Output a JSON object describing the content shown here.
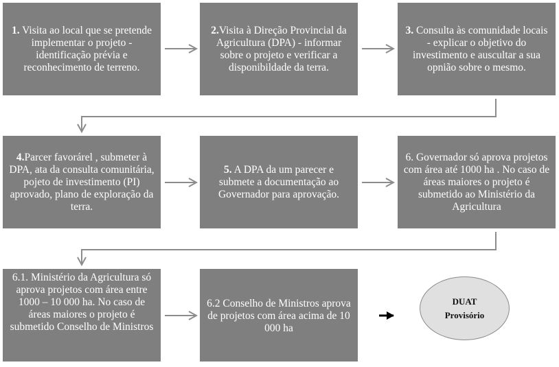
{
  "steps": {
    "s1": {
      "num": "1.",
      "text": " Visita ao local que se pretende implementar o projeto - identificação prévia e reconhecimento de terreno."
    },
    "s2": {
      "num": "2.",
      "text": "Visita à Direção Provincial da Agricultura (DPA) - informar sobre o projeto e verificar a disponibildade da terra."
    },
    "s3": {
      "num": "3.",
      "text": " Consulta às comunidade locais - explicar o objetivo do investimento e auscultar a sua opnião sobre o mesmo."
    },
    "s4": {
      "num": "4.",
      "text": "Parcer favorárel , submeter à DPA, ata da consulta comunitária, pojeto de investimento (PI) aprovado, plano de exploração da terra."
    },
    "s5": {
      "num": "5.",
      "text": " A DPA da um parecer e submete a documentação ao Governador para aprovação."
    },
    "s6": {
      "text": "6. Governador só aprova projetos com área até 1000 ha . No caso de áreas maiores o projeto é submetido ao Ministério da Agricultura"
    },
    "s61": {
      "text": "6.1. Ministério da Agricultura só aprova projetos com área entre 1000 – 10 000 ha. No caso de áreas maiores o projeto é submetido Conselho de Ministros"
    },
    "s62": {
      "text": "6.2 Conselho de Ministros aprova de projetos com área acima de 10 000 ha"
    }
  },
  "result": {
    "line1": "DUAT",
    "line2": "Provisório"
  },
  "colors": {
    "box": "#7f7f7f",
    "arrow": "#8c8c8c",
    "ellipse": "#e0e0e0"
  }
}
